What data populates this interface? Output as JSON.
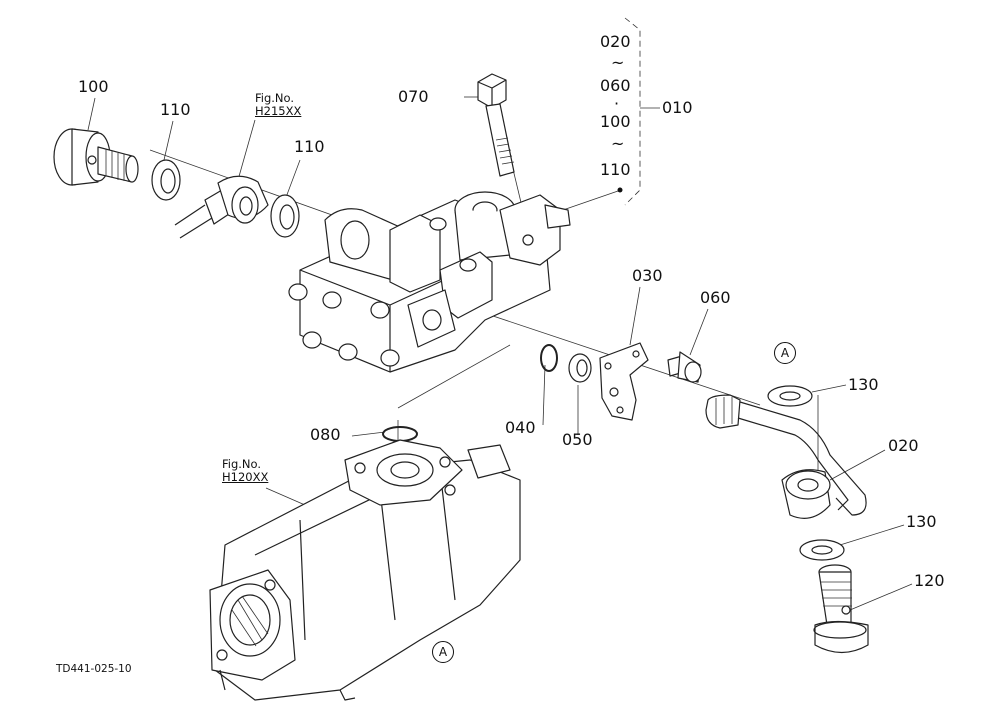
{
  "part_labels": {
    "p100": "100",
    "p110a": "110",
    "p110b": "110",
    "p070": "070",
    "p010": "010",
    "p030": "030",
    "p060": "060",
    "p080": "080",
    "p040": "040",
    "p050": "050",
    "p130a": "130",
    "p020": "020",
    "p130b": "130",
    "p120": "120"
  },
  "group_bracket": [
    "020",
    "~",
    "060",
    "·",
    "100",
    "~",
    "110"
  ],
  "fig_refs": {
    "upper": {
      "line1": "Fig.No.",
      "line2": "H215XX"
    },
    "lower": {
      "line1": "Fig.No.",
      "line2": "H120XX"
    }
  },
  "reference_marks": {
    "upper": "A",
    "lower": "A"
  },
  "drawing_id": "TD441-025-10"
}
